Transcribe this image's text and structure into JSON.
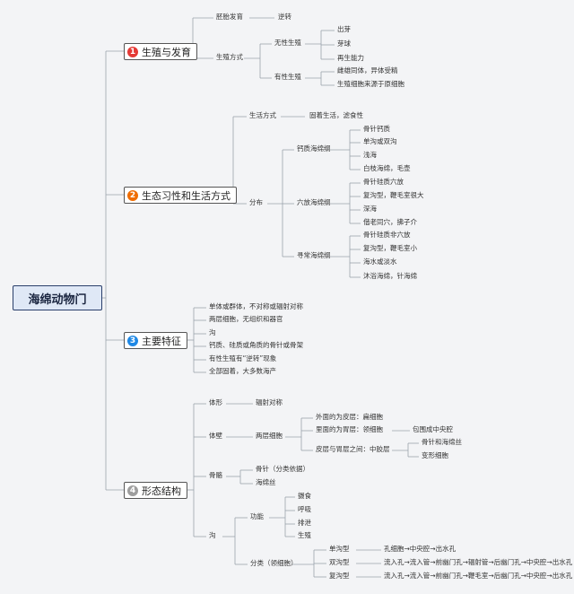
{
  "root": "海绵动物门",
  "branches": [
    {
      "num": "1",
      "color": "#e53935",
      "label": "生殖与发育"
    },
    {
      "num": "2",
      "color": "#ef6c00",
      "label": "生态习性和生活方式"
    },
    {
      "num": "3",
      "color": "#1e88e5",
      "label": "主要特征"
    },
    {
      "num": "4",
      "color": "#9e9e9e",
      "label": "形态结构"
    }
  ],
  "nodes": {
    "a1": "胚胎发育",
    "a2": "逆转",
    "a3": "生殖方式",
    "a4": "无性生殖",
    "a5": "出芽",
    "a6": "芽球",
    "a7": "再生能力",
    "a8": "有性生殖",
    "a9": "雌雄同体，异体受精",
    "a10": "生殖细胞来源于原细胞",
    "b1": "生活方式",
    "b2": "固着生活，滤食性",
    "b3": "分布",
    "b4": "钙质海绵纲",
    "b5": "骨针钙质",
    "b6": "单沟或双沟",
    "b7": "浅海",
    "b8": "白枝海绵，毛壶",
    "b9": "六放海绵纲",
    "b10": "骨针硅质六放",
    "b11": "复沟型，鞭毛室很大",
    "b12": "深海",
    "b13": "偕老同穴，拂子介",
    "b14": "寻常海绵纲",
    "b15": "骨针硅质非六放",
    "b16": "复沟型，鞭毛室小",
    "b17": "海水或淡水",
    "b18": "沐浴海绵，针海绵",
    "c1": "单体或群体，不对称或辐射对称",
    "c2": "两层细胞，无组织和器官",
    "c3": "沟",
    "c4": "钙质、硅质或角质的骨针或骨架",
    "c5": "有性生殖有“逆转”现象",
    "c6": "全部固着，大多数海产",
    "d1": "体形",
    "d2": "辐射对称",
    "d3": "体壁",
    "d4": "两层细胞",
    "d5": "外面的为皮层：扁细胞",
    "d6": "里面的为胃层：领细胞",
    "d7": "包围成中央腔",
    "d8": "皮层与胃层之间：中胶层",
    "d9": "骨针和海绵丝",
    "d10": "变形细胞",
    "d11": "骨骼",
    "d12": "骨针（分类依据）",
    "d13": "海绵丝",
    "d14": "沟",
    "d15": "功能",
    "d16": "摄食",
    "d17": "呼吸",
    "d18": "排泄",
    "d19": "生殖",
    "d20": "分类（领细胞）",
    "d21": "单沟型",
    "d22": "孔细胞→中央腔→出水孔",
    "d23": "双沟型",
    "d24": "流入孔→流入管→前幽门孔→辐射管→后幽门孔→中央腔→出水孔",
    "d25": "复沟型",
    "d26": "流入孔→流入管→前幽门孔→鞭毛室→后幽门孔→中央腔→出水孔"
  }
}
